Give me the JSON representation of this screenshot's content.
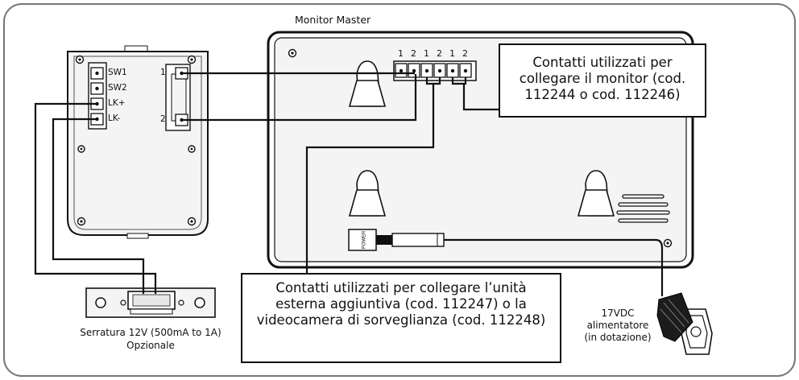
{
  "title": "Monitor Master",
  "panel_terminals": [
    "SW1",
    "SW2",
    "LK+",
    "LK-"
  ],
  "panel_right_terminals": [
    "1",
    "2"
  ],
  "monitor_terminal_numbers": [
    "1",
    "2",
    "1",
    "2",
    "1",
    "2"
  ],
  "callout_monitor": "Contatti utilizzati per collegare il monitor (cod. 112244 o cod. 112246)",
  "callout_external": "Contatti utilizzati per collegare l’unità esterna aggiuntiva (cod. 112247) o la videocamera di sorveglianza (cod. 112248)",
  "power_plug_label": "POWER",
  "lock_caption_line1": "Serratura 12V (500mA to 1A)",
  "lock_caption_line2": "Opzionale",
  "adapter_line1": "17VDC",
  "adapter_line2": "alimentatore",
  "adapter_line3": "(in dotazione)"
}
